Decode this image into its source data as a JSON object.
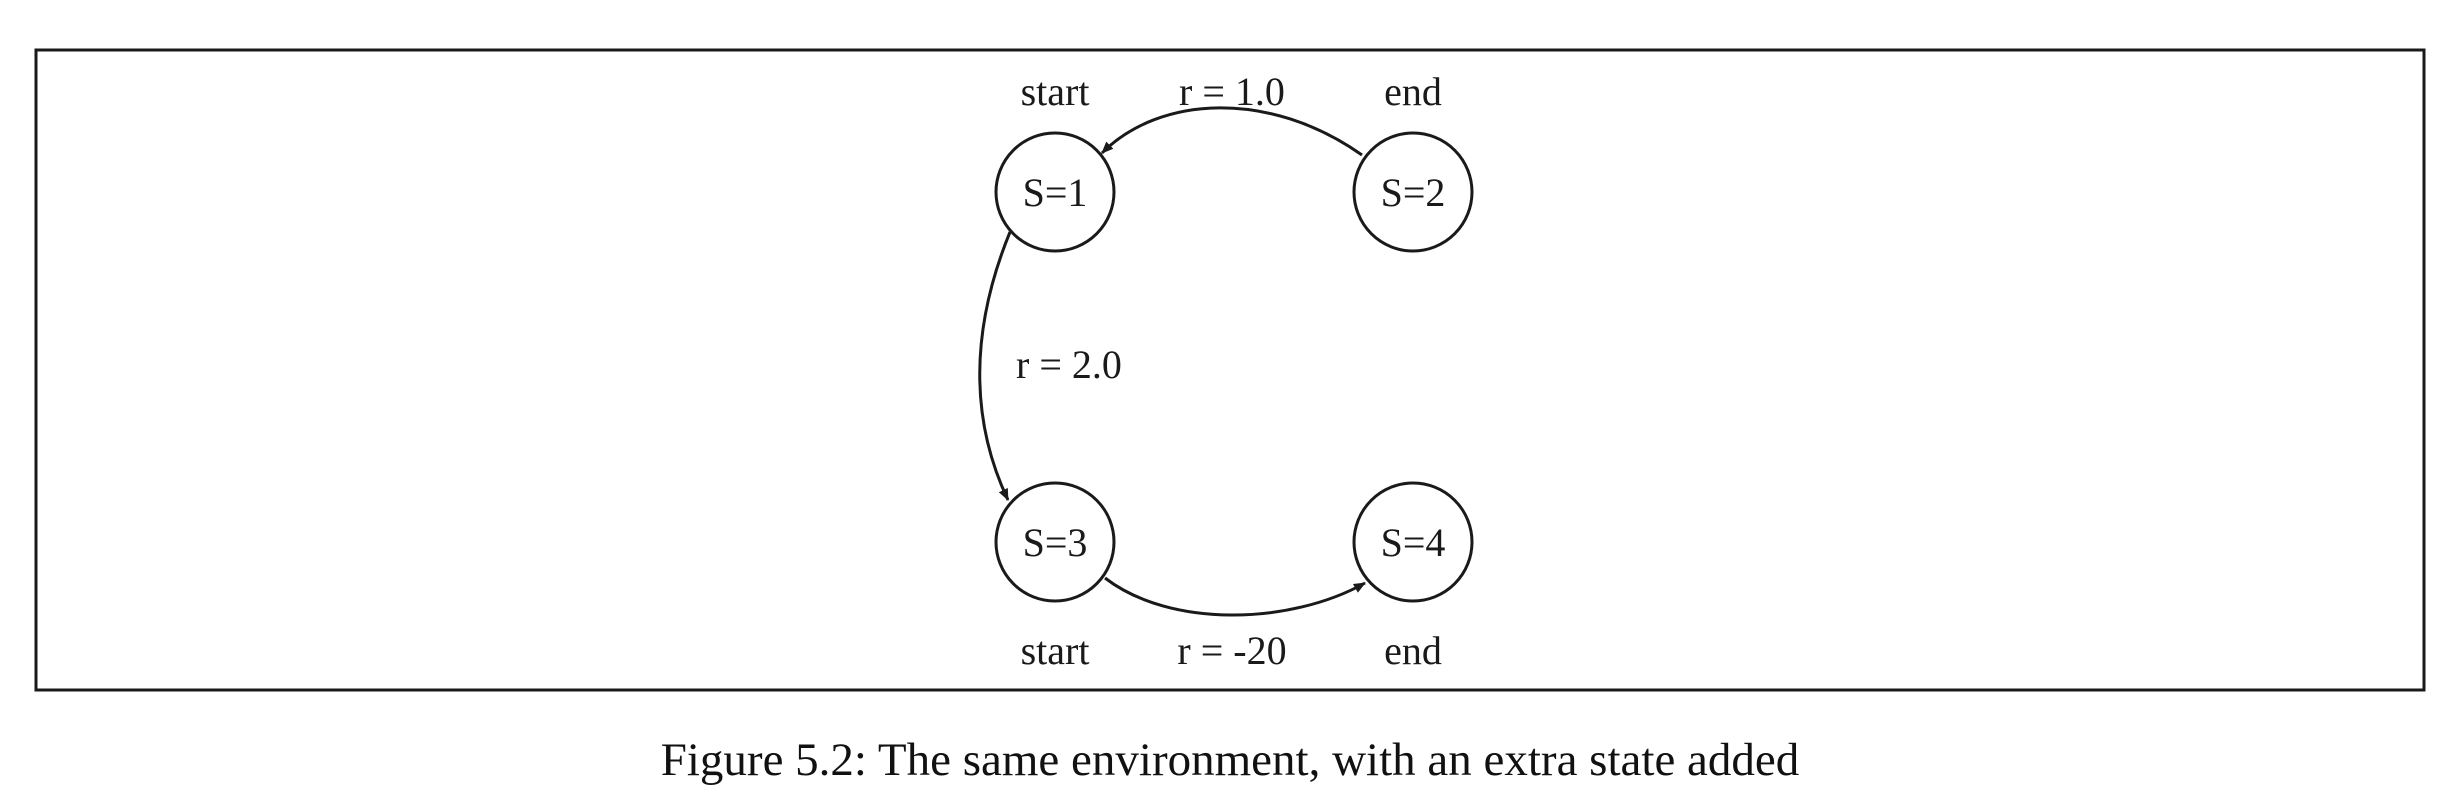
{
  "figure": {
    "caption": "Figure 5.2: The same environment, with an extra state added"
  },
  "diagram": {
    "nodes": [
      {
        "id": "s1",
        "label": "S=1",
        "tag": "start"
      },
      {
        "id": "s2",
        "label": "S=2",
        "tag": "end"
      },
      {
        "id": "s3",
        "label": "S=3",
        "tag": "start"
      },
      {
        "id": "s4",
        "label": "S=4",
        "tag": "end"
      }
    ],
    "edges": [
      {
        "from": "s2",
        "to": "s1",
        "label": "r = 1.0"
      },
      {
        "from": "s1",
        "to": "s3",
        "label": "r = 2.0"
      },
      {
        "from": "s3",
        "to": "s4",
        "label": "r = -20"
      }
    ]
  }
}
